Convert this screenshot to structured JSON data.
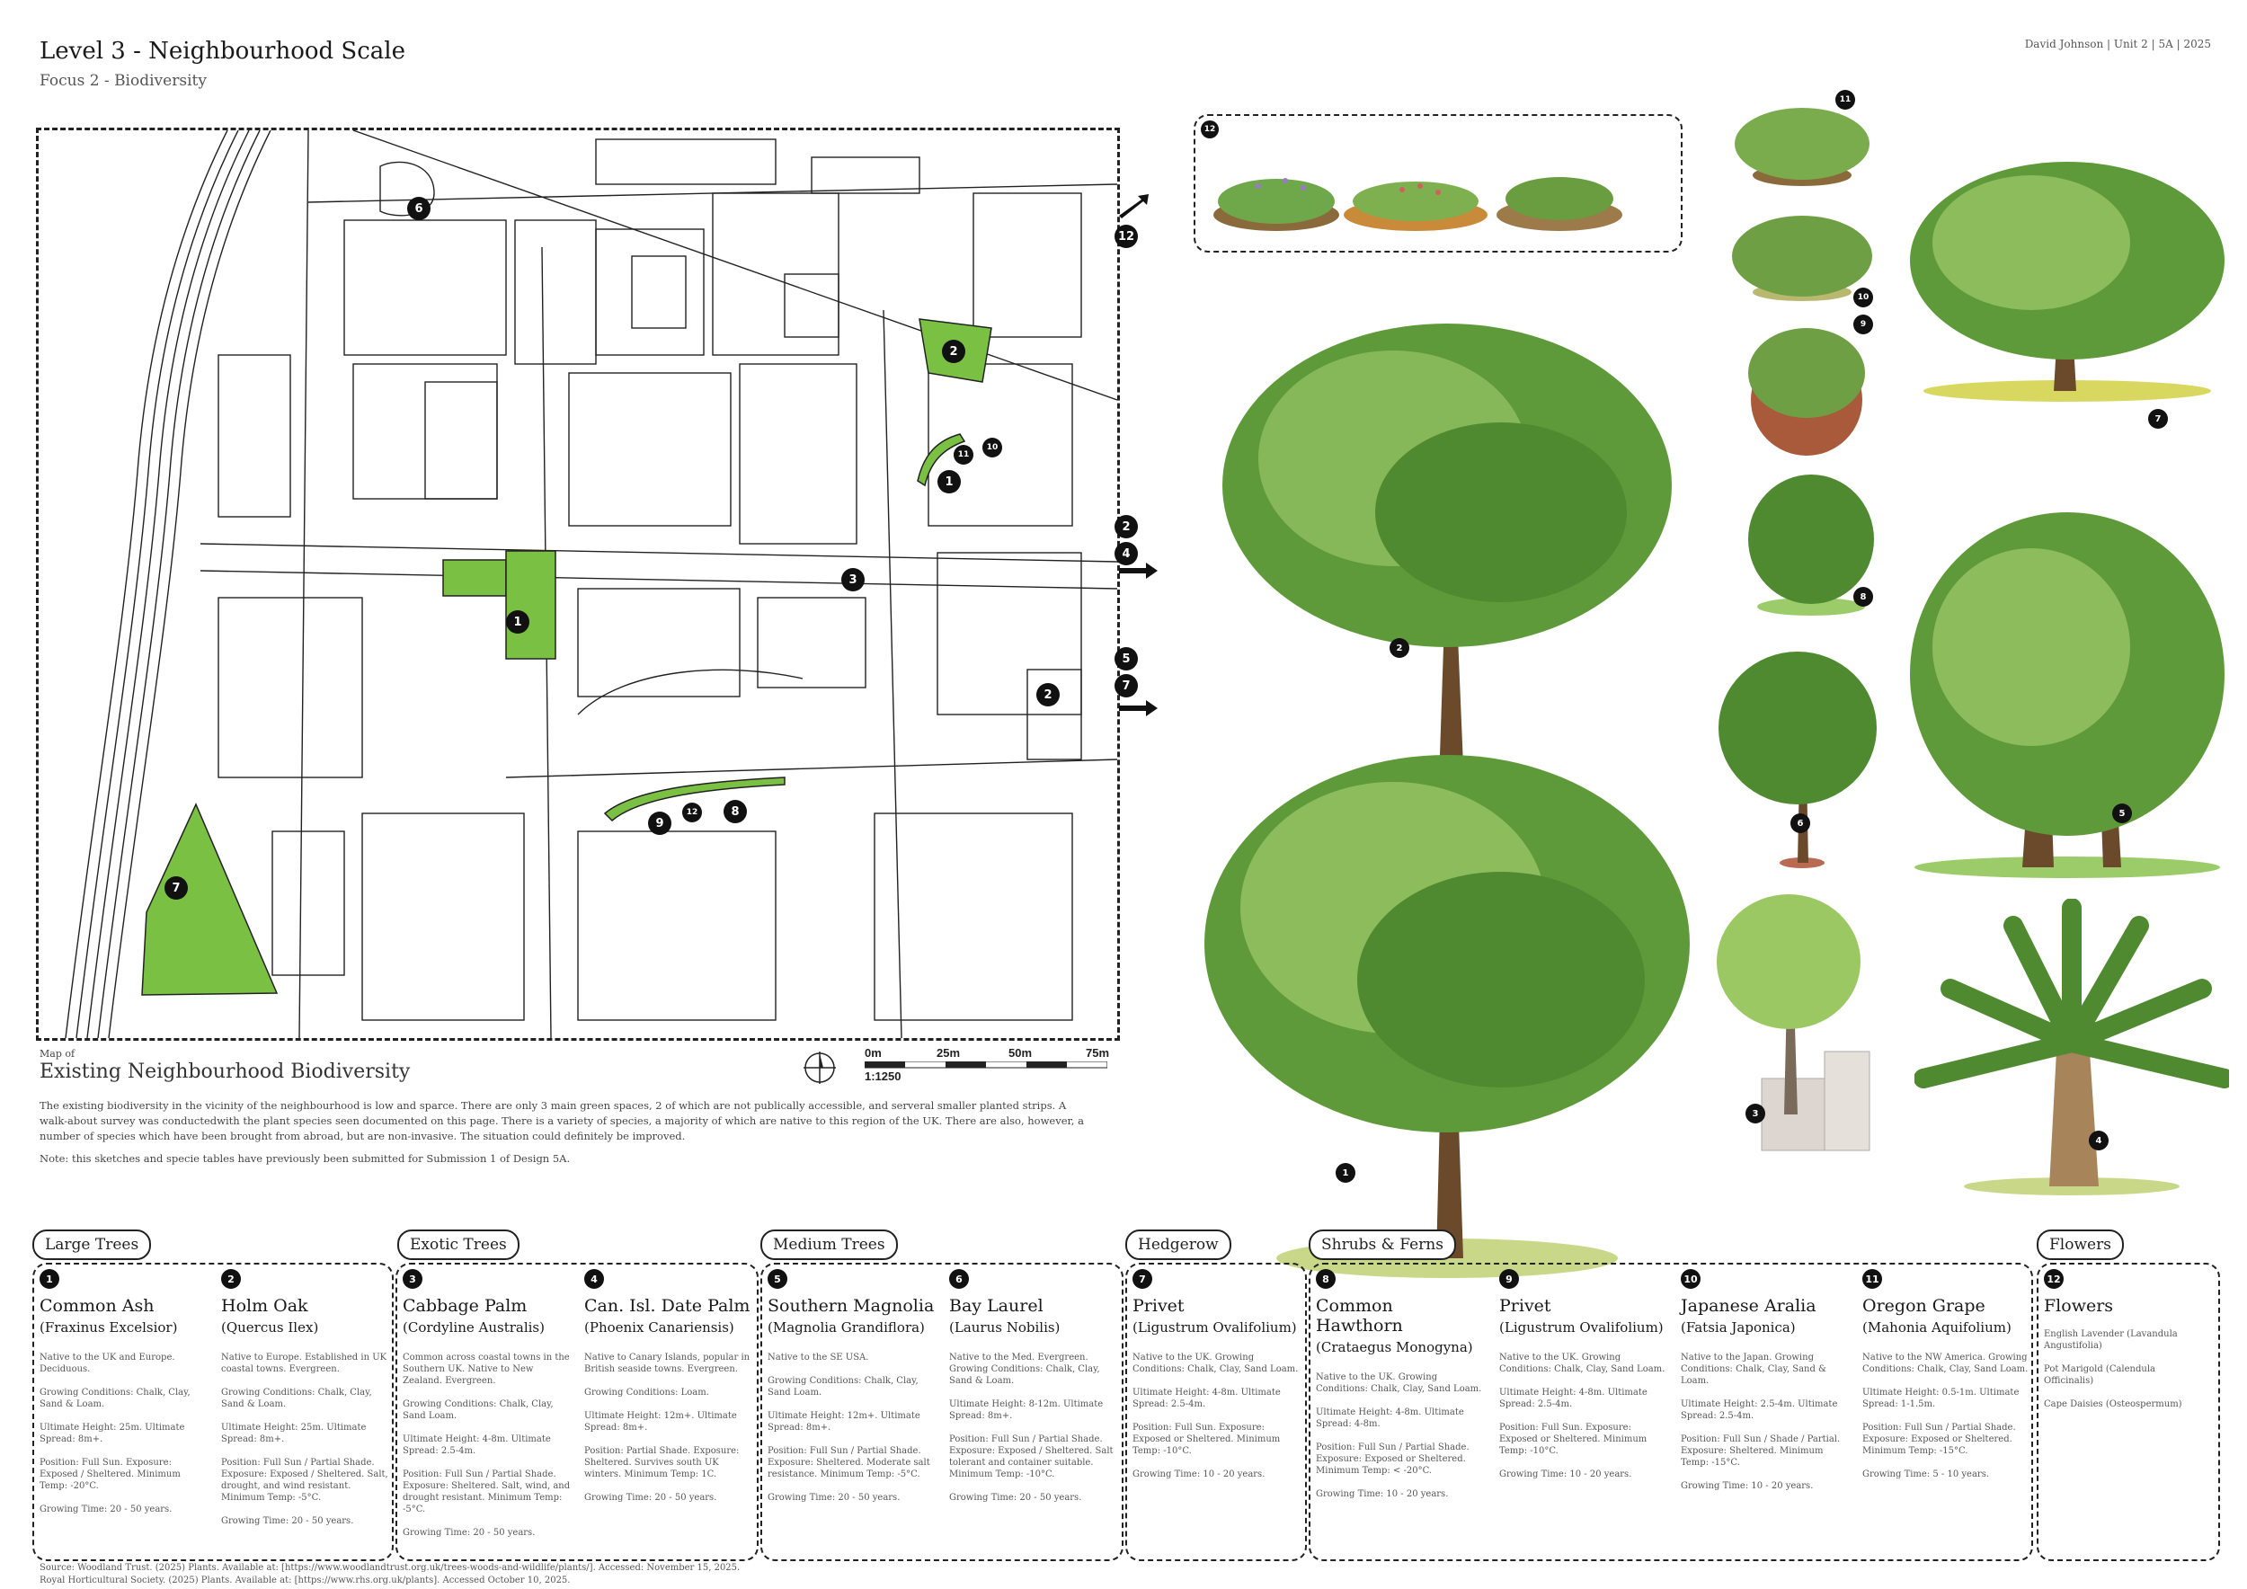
{
  "header": {
    "title": "Level 3 - Neighbourhood Scale",
    "subtitle": "Focus 2 - Biodiversity",
    "meta": "David Johnson | Unit 2 | 5A | 2025"
  },
  "map": {
    "caption_small": "Map of",
    "caption_title": "Existing Neighbourhood Biodiversity",
    "scale_labels": [
      "0m",
      "25m",
      "50m",
      "75m"
    ],
    "scale_ratio": "1:1250",
    "markers": [
      "1",
      "2",
      "3",
      "6",
      "7",
      "8",
      "9",
      "10",
      "11",
      "12",
      "1",
      "2",
      "2",
      "4",
      "5",
      "7",
      "12"
    ],
    "colors": {
      "green": "#7ac143",
      "line": "#222222"
    }
  },
  "description": "The existing biodiversity in the vicinity of the neighbourhood is low and sparce. There are only 3 main green spaces, 2 of which are not publically accessible, and serveral smaller planted strips. A walk-about survey was conductedwith the plant species seen documented on this page. There is a variety of species, a majority of which are native to this region of the UK. There are also, however, a number of species which have been brought from abroad, but are non-invasive. The situation could definitely be improved.",
  "note": "Note: this sketches and specie tables have previously been submitted for Submission 1 of Design 5A.",
  "sources": [
    "Source: Woodland Trust. (2025) Plants. Available at: [https://www.woodlandtrust.org.uk/trees-woods-and-wildlife/plants/]. Accessed: November 15, 2025.",
    "Royal Horticultural Society. (2025) Plants. Available at: [https://www.rhs.org.uk/plants]. Accessed October 10, 2025."
  ],
  "categories": [
    "Large Trees",
    "Exotic Trees",
    "Medium Trees",
    "Hedgerow",
    "Shrubs & Ferns",
    "Flowers"
  ],
  "species": [
    {
      "num": "1",
      "name": "Common Ash",
      "latin": "(Fraxinus Excelsior)",
      "desc": [
        "Native to the UK and Europe. Deciduous.",
        "Growing Conditions: Chalk, Clay, Sand & Loam.",
        "Ultimate Height: 25m. Ultimate Spread: 8m+.",
        "Position: Full Sun. Exposure: Exposed / Sheltered. Minimum Temp: -20°C.",
        "Growing Time: 20 - 50 years."
      ]
    },
    {
      "num": "2",
      "name": "Holm Oak",
      "latin": "(Quercus Ilex)",
      "desc": [
        "Native to Europe. Established in UK coastal towns. Evergreen.",
        "Growing Conditions: Chalk, Clay, Sand & Loam.",
        "Ultimate Height: 25m. Ultimate Spread: 8m+.",
        "Position: Full Sun / Partial Shade. Exposure: Exposed / Sheltered. Salt, drought, and wind resistant. Minimum Temp: -5°C.",
        "Growing Time: 20 - 50 years."
      ]
    },
    {
      "num": "3",
      "name": "Cabbage Palm",
      "latin": "(Cordyline Australis)",
      "desc": [
        "Common across coastal towns in the Southern UK. Native to New Zealand. Evergreen.",
        "Growing Conditions: Chalk, Clay, Sand Loam.",
        "Ultimate Height: 4-8m. Ultimate Spread: 2.5-4m.",
        "Position: Full Sun / Partial Shade. Exposure: Sheltered. Salt, wind, and drought resistant. Minimum Temp: -5°C.",
        "Growing Time: 20 - 50 years."
      ]
    },
    {
      "num": "4",
      "name": "Can. Isl. Date Palm",
      "latin": "(Phoenix Canariensis)",
      "desc": [
        "Native to Canary Islands, popular in British seaside towns. Evergreen.",
        "Growing Conditions: Loam.",
        "Ultimate Height: 12m+. Ultimate Spread: 8m+.",
        "Position: Partial Shade. Exposure: Sheltered. Survives south UK winters. Minimum Temp: 1C.",
        "Growing Time: 20 - 50 years."
      ]
    },
    {
      "num": "5",
      "name": "Southern Magnolia",
      "latin": "(Magnolia Grandiflora)",
      "desc": [
        "Native to the SE USA.",
        "Growing Conditions: Chalk, Clay, Sand Loam.",
        "Ultimate Height: 12m+. Ultimate Spread: 8m+.",
        "Position: Full Sun / Partial Shade. Exposure: Sheltered. Moderate salt resistance. Minimum Temp: -5°C.",
        "Growing Time: 20 - 50 years."
      ]
    },
    {
      "num": "6",
      "name": "Bay Laurel",
      "latin": "(Laurus Nobilis)",
      "desc": [
        "Native to the Med. Evergreen. Growing Conditions: Chalk, Clay, Sand & Loam.",
        "Ultimate Height: 8-12m. Ultimate Spread: 8m+.",
        "Position: Full Sun / Partial Shade. Exposure: Exposed / Sheltered. Salt tolerant and container suitable. Minimum Temp: -10°C.",
        "Growing Time: 20 - 50 years."
      ]
    },
    {
      "num": "7",
      "name": "Privet",
      "latin": "(Ligustrum Ovalifolium)",
      "desc": [
        "Native to the UK. Growing Conditions: Chalk, Clay, Sand Loam.",
        "Ultimate Height: 4-8m. Ultimate Spread: 2.5-4m.",
        "Position: Full Sun. Exposure: Exposed or Sheltered. Minimum Temp: -10°C.",
        "Growing Time: 10 - 20 years."
      ]
    },
    {
      "num": "8",
      "name": "Common Hawthorn",
      "latin": "(Crataegus Monogyna)",
      "desc": [
        "Native to the UK. Growing Conditions: Chalk, Clay, Sand Loam.",
        "Ultimate Height: 4-8m. Ultimate Spread: 4-8m.",
        "Position: Full Sun / Partial Shade. Exposure: Exposed or Sheltered. Minimum Temp: < -20°C.",
        "Growing Time: 10 - 20 years."
      ]
    },
    {
      "num": "9",
      "name": "Privet",
      "latin": "(Ligustrum Ovalifolium)",
      "desc": [
        "Native to the UK. Growing Conditions: Chalk, Clay, Sand Loam.",
        "Ultimate Height: 4-8m. Ultimate Spread: 2.5-4m.",
        "Position: Full Sun. Exposure: Exposed or Sheltered. Minimum Temp: -10°C.",
        "Growing Time: 10 - 20 years."
      ]
    },
    {
      "num": "10",
      "name": "Japanese Aralia",
      "latin": "(Fatsia Japonica)",
      "desc": [
        "Native to the Japan. Growing Conditions: Chalk, Clay, Sand & Loam.",
        "Ultimate Height: 2.5-4m. Ultimate Spread: 2.5-4m.",
        "Position: Full Sun / Shade / Partial. Exposure: Sheltered. Minimum Temp: -15°C.",
        "Growing Time: 10 - 20 years."
      ]
    },
    {
      "num": "11",
      "name": "Oregon Grape",
      "latin": "(Mahonia Aquifolium)",
      "desc": [
        "Native to the NW America. Growing Conditions: Chalk, Clay, Sand Loam.",
        "Ultimate Height: 0.5-1m. Ultimate Spread: 1-1.5m.",
        "Position: Full Sun / Partial Shade. Exposure: Exposed or Sheltered. Minimum Temp: -15°C.",
        "Growing Time: 5 - 10 years."
      ]
    },
    {
      "num": "12",
      "name": "Flowers",
      "latin": "",
      "desc": [
        "English Lavender (Lavandula Angustifolia)",
        "Pot Marigold (Calendula Officinalis)",
        "Cape Daisies (Osteospermum)"
      ]
    }
  ],
  "illustration_markers": [
    "12",
    "11",
    "10",
    "9",
    "8",
    "7",
    "6",
    "5",
    "4",
    "3",
    "2",
    "1"
  ]
}
